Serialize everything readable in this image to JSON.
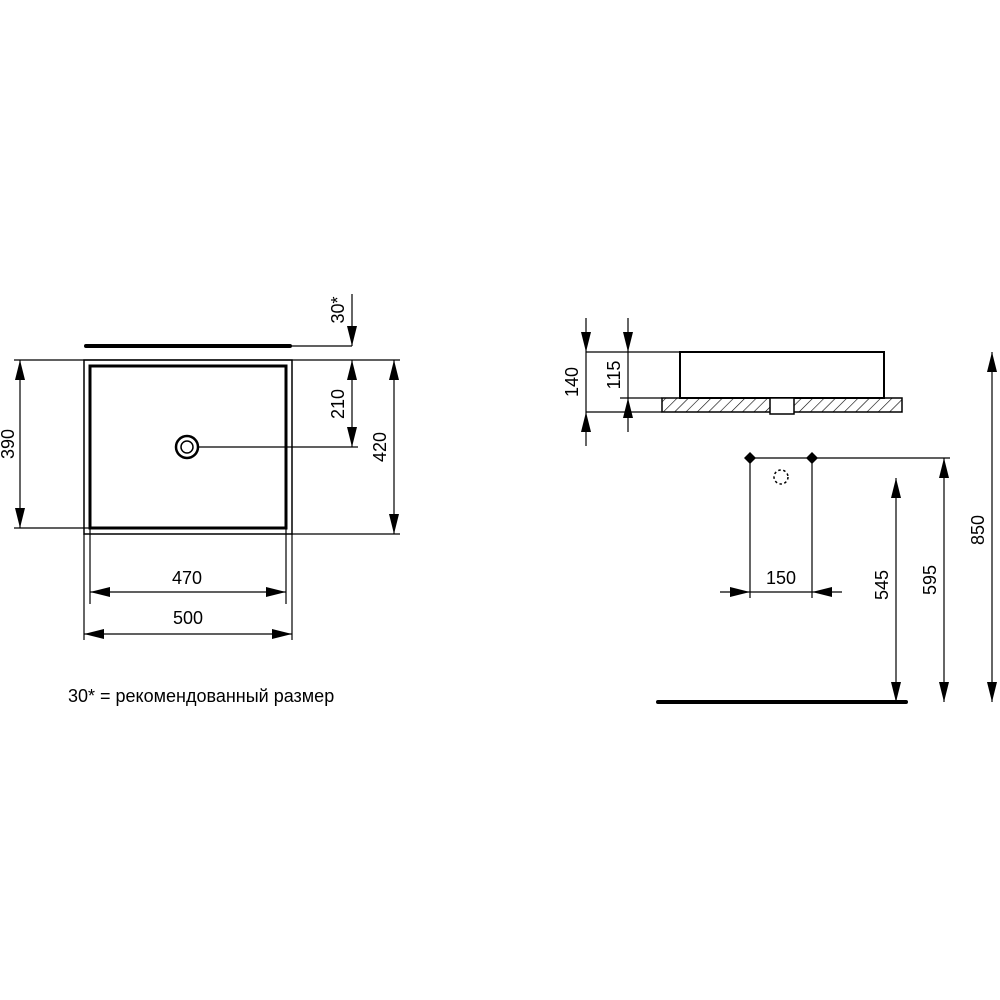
{
  "top_view": {
    "dims": {
      "d30": "30*",
      "d210": "210",
      "d390": "390",
      "d420": "420",
      "d470": "470",
      "d500": "500"
    }
  },
  "side_view": {
    "dims": {
      "d140": "140",
      "d115": "115"
    }
  },
  "install_view": {
    "dims": {
      "d150": "150",
      "d545": "545",
      "d595": "595",
      "d850": "850"
    }
  },
  "note": "30* = рекомендованный размер"
}
